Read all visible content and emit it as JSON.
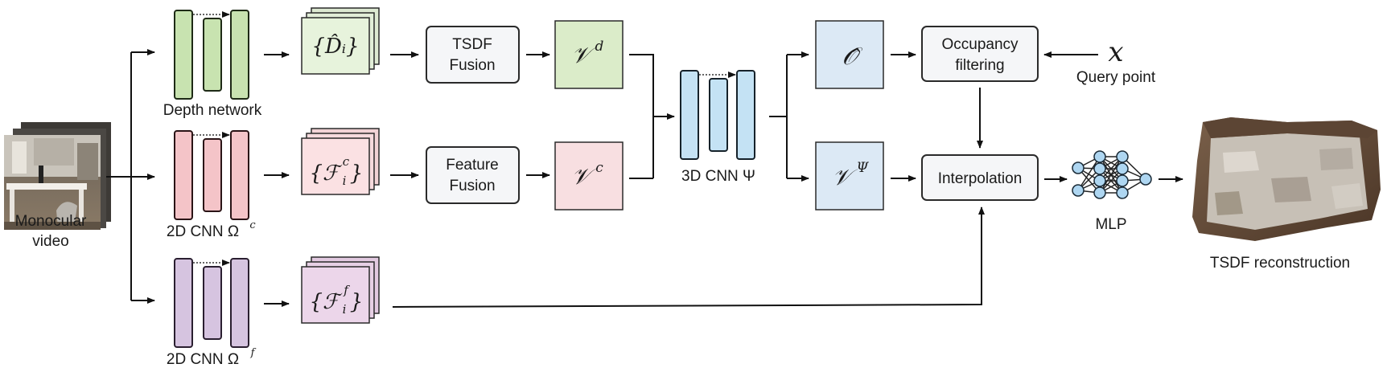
{
  "input": {
    "label_line1": "Monocular",
    "label_line2": "video"
  },
  "networks": {
    "depth": "Depth network",
    "color_cnn": "2D CNN Ω",
    "color_cnn_sup": "c",
    "fine_cnn": "2D CNN Ω",
    "fine_cnn_sup": "f",
    "cnn3d": "3D CNN Ψ"
  },
  "features": {
    "depth_maps": "{D̂ᵢ}",
    "color_feats_base": "{ℱ",
    "color_feats_sup": "c",
    "color_feats_sub": "i",
    "color_feats_end": "}",
    "fine_feats_base": "{ℱ",
    "fine_feats_sup": "f",
    "fine_feats_sub": "i",
    "fine_feats_end": "}"
  },
  "processes": {
    "tsdf_fusion_line1": "TSDF",
    "tsdf_fusion_line2": "Fusion",
    "feature_fusion_line1": "Feature",
    "feature_fusion_line2": "Fusion",
    "occupancy_line1": "Occupancy",
    "occupancy_line2": "filtering",
    "interpolation": "Interpolation"
  },
  "volumes": {
    "vd_base": "𝒱",
    "vd_sup": "d",
    "vc_base": "𝒱",
    "vc_sup": "c",
    "occupancy": "𝒪̂",
    "vpsi_base": "𝒱",
    "vpsi_sup": "Ψ"
  },
  "query": {
    "symbol": "x",
    "label": "Query point"
  },
  "mlp": {
    "label": "MLP"
  },
  "output": {
    "label": "TSDF reconstruction"
  },
  "colors": {
    "green_fill": "#c8e3b0",
    "green_stroke": "#2d3a22",
    "green_feat": "#e7f3dc",
    "red_fill": "#f4c4c8",
    "red_feat": "#fbe1e3",
    "purple_fill": "#d6c4e0",
    "purple_feat": "#ecd6ea",
    "blue_fill": "#c4e2f4",
    "blue_vol": "#dce9f5",
    "process_fill": "#f5f6f8",
    "line": "#111111"
  }
}
